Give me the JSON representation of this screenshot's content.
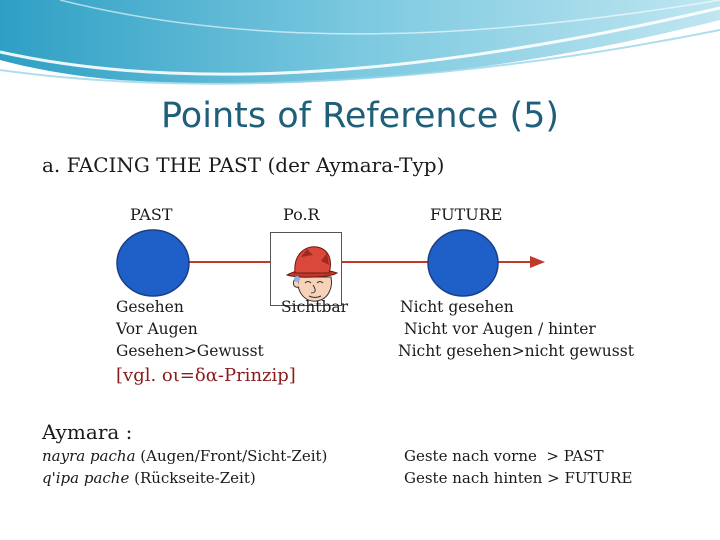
{
  "title": "Points of Reference (5)",
  "subtitle": "a. FACING THE PAST (der Aymara-Typ)",
  "timeline": {
    "past_label": "PAST",
    "por_label": "Po.R",
    "future_label": "FUTURE",
    "past_color": "#1f5fc8",
    "future_color": "#1f5fc8",
    "arrow_color": "#c0392b"
  },
  "past_desc": [
    "Gesehen",
    "Vor Augen",
    "Gesehen>Gewusst"
  ],
  "por_desc": "Sichtbar",
  "future_desc": [
    "Nicht gesehen",
    "Nicht vor Augen / hinter",
    "Nicht gesehen>nicht gewusst"
  ],
  "note": "[vgl. οι=δα-Prinzip]",
  "aymara": {
    "heading": "Aymara :",
    "term1": "nayra pacha",
    "gloss1": " (Augen/Front/Sicht-Zeit)",
    "term2": "q'ipa pache",
    "gloss2": " (Rückseite-Zeit)",
    "gesture1": "Geste nach vorne  > PAST",
    "gesture2": "Geste nach hinten > FUTURE"
  }
}
